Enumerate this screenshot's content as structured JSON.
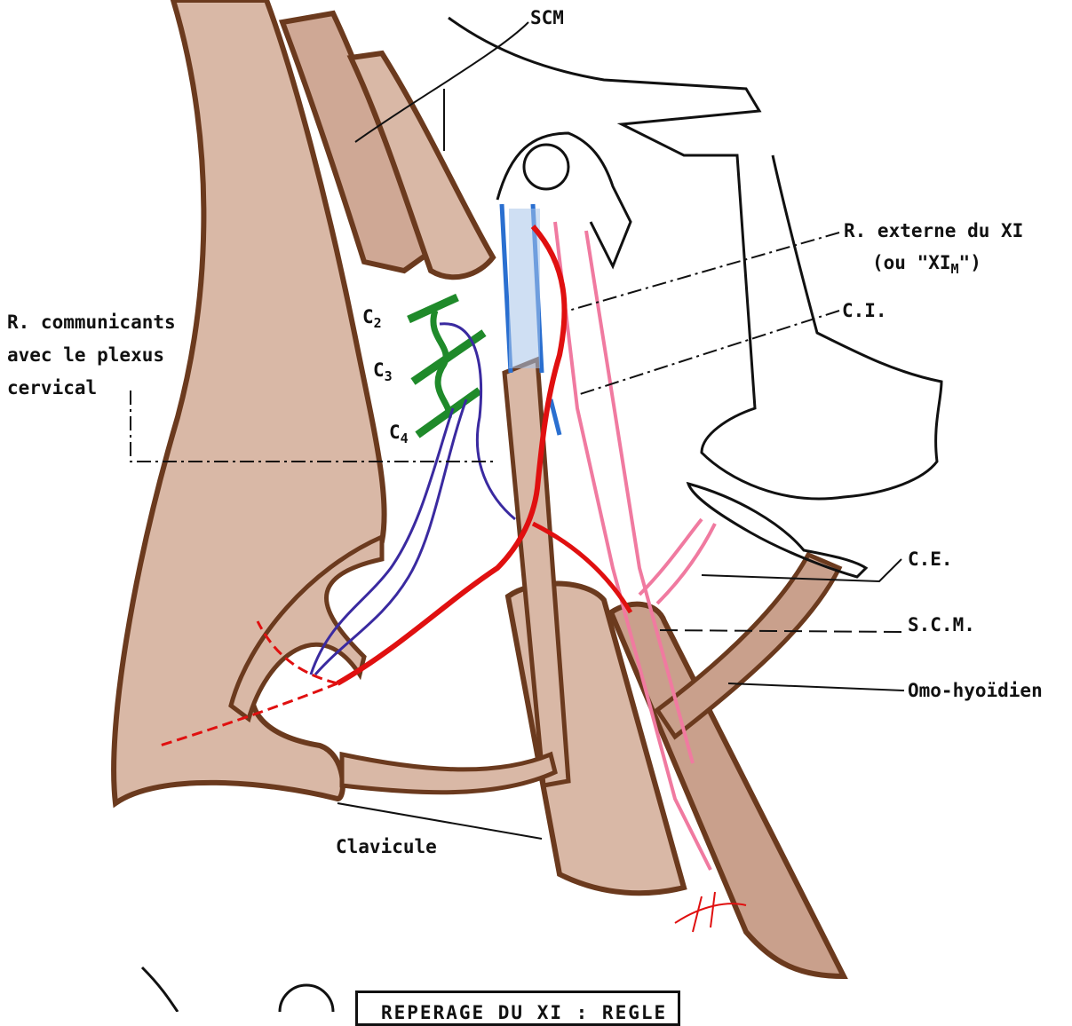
{
  "labels": {
    "scm_top": "SCM",
    "r_externe_line1": "R. externe du XI",
    "r_externe_line2_pre": "(ou \"XI",
    "r_externe_line2_sub": "M",
    "r_externe_line2_post": "\")",
    "ci": "C.I.",
    "r_communicants": "R. communicants\navec le plexus\ncervical",
    "c2": "C",
    "c2_sub": "2",
    "c3": "C",
    "c3_sub": "3",
    "c4": "C",
    "c4_sub": "4",
    "ce": "C.E.",
    "scm_bottom": "S.C.M.",
    "omo": "Omo-hyoïdien",
    "clavicule": "Clavicule",
    "title": "REPERAGE DU XI : REGLE"
  },
  "colors": {
    "muscle_fill": "#d9b8a6",
    "muscle_outline": "#6b3a1e",
    "artery": "#e01010",
    "vein": "#2a6fd0",
    "nerve_plexus": "#1f8a2a",
    "communicating": "#3a2aa0",
    "carotid_pink": "#f07aa0"
  }
}
